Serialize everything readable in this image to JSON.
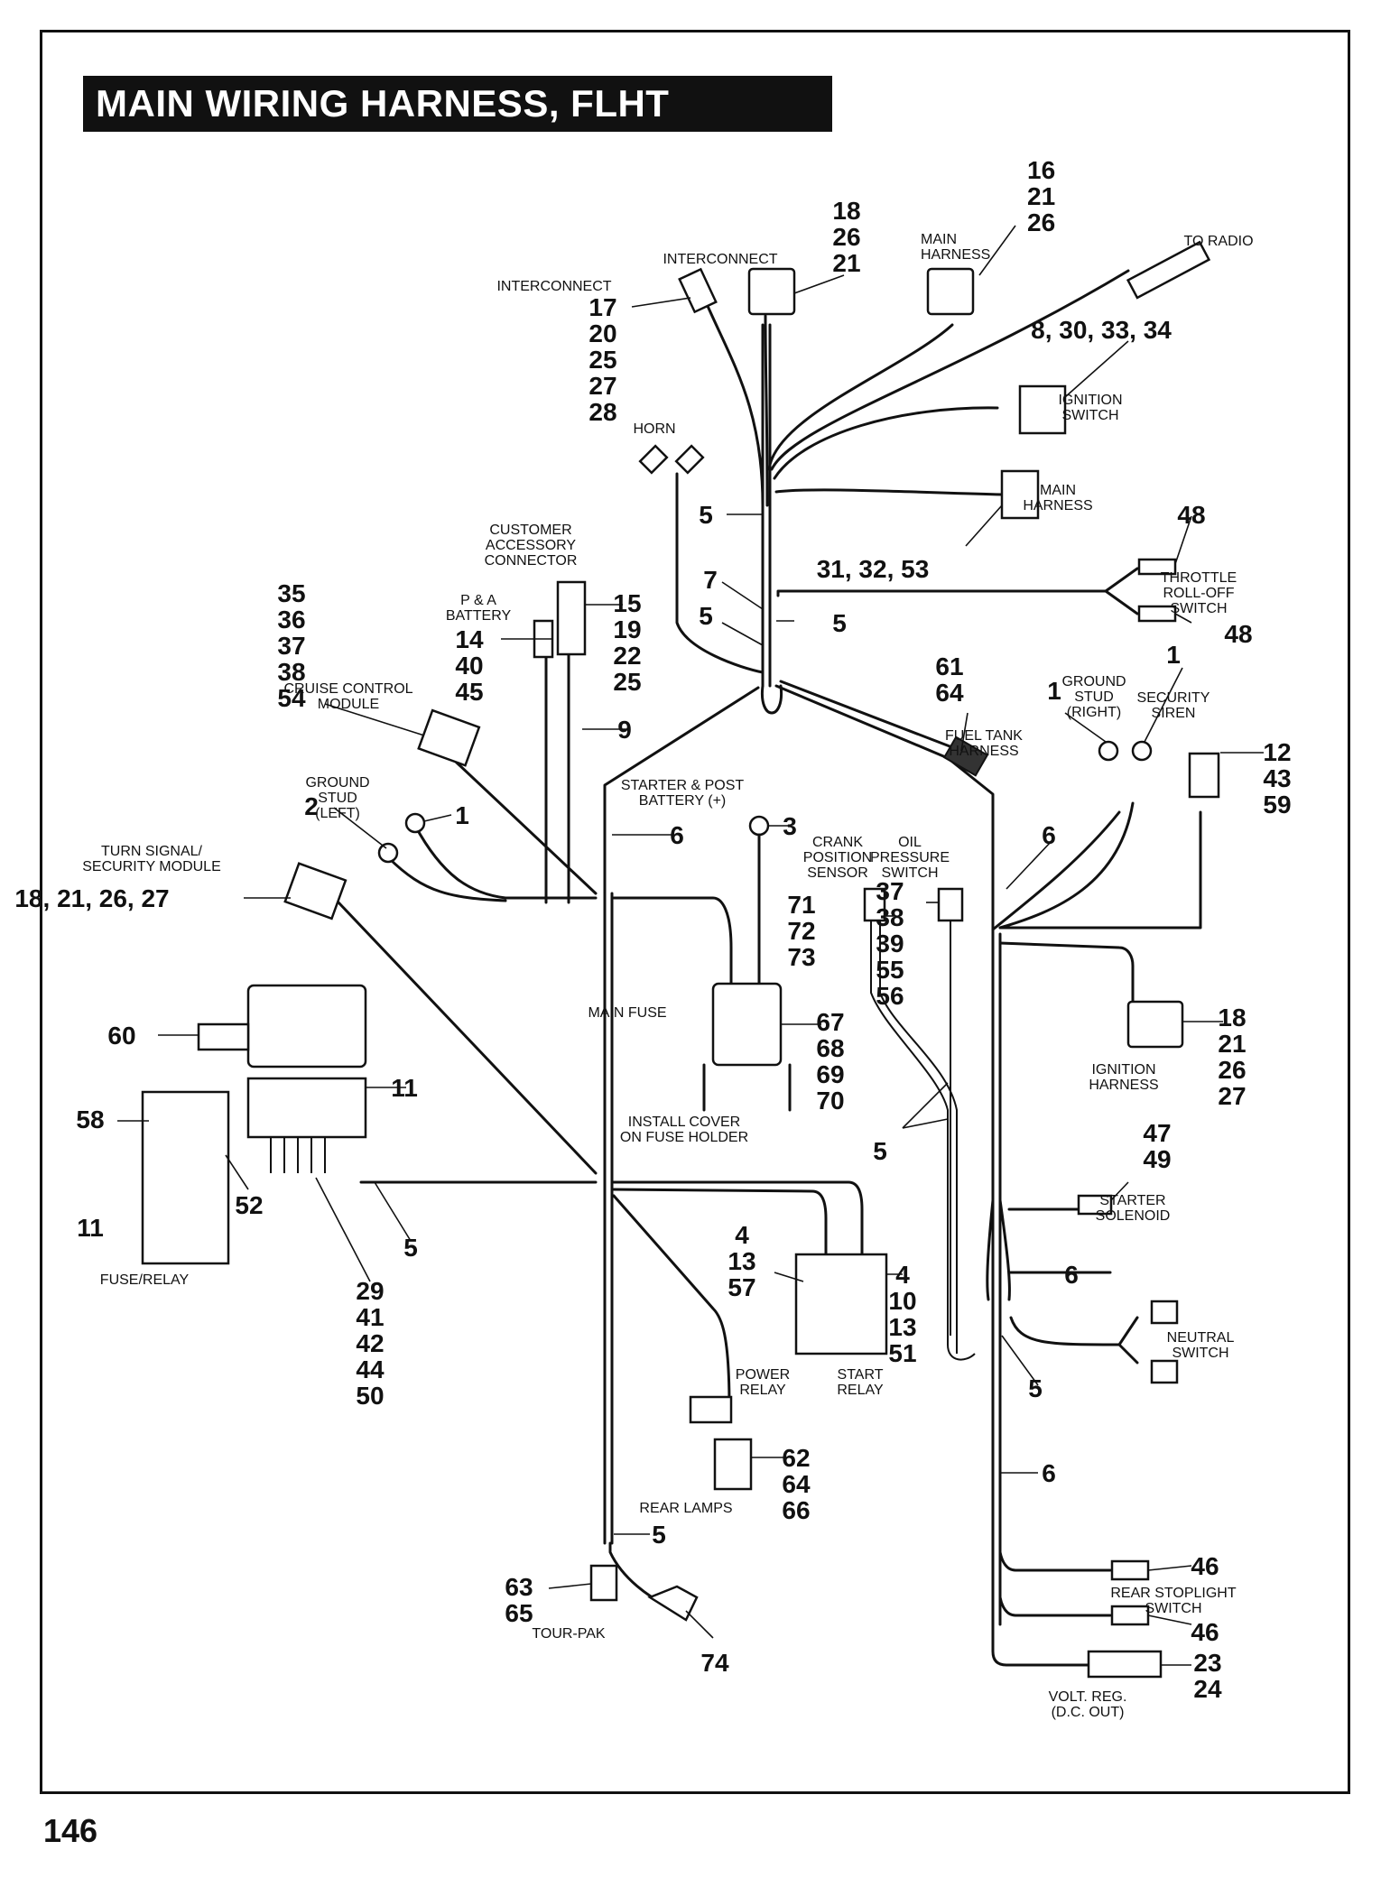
{
  "title": "MAIN WIRING HARNESS, FLHT MODELS",
  "page_number": "146",
  "labels": {
    "to_radio": "TO RADIO",
    "main_harness_top": "MAIN|HARNESS",
    "interconnect_top": "INTERCONNECT",
    "interconnect_left": "INTERCONNECT",
    "ignition_switch": "IGNITION|SWITCH",
    "horn": "HORN",
    "main_harness_right": "MAIN|HARNESS",
    "customer_accessory": "CUSTOMER|ACCESSORY|CONNECTOR",
    "p_a_battery": "P & A|BATTERY",
    "throttle": "THROTTLE|ROLL-OFF|SWITCH",
    "cruise_control": "CRUISE CONTROL|MODULE",
    "ground_stud_right": "GROUND|STUD|(RIGHT)",
    "security_siren": "SECURITY|SIREN",
    "fuel_tank_harness": "FUEL TANK|HARNESS",
    "ground_stud_left": "GROUND|STUD|(LEFT)",
    "starter_post": "STARTER & POST|BATTERY (+)",
    "crank_sensor": "CRANK|POSITION|SENSOR",
    "oil_pressure": "OIL|PRESSURE|SWITCH",
    "turn_signal": "TURN SIGNAL/|SECURITY MODULE",
    "main_fuse": "MAIN FUSE",
    "install_cover": "INSTALL COVER|ON FUSE HOLDER",
    "ignition_harness": "IGNITION|HARNESS",
    "starter_solenoid": "STARTER|SOLENOID",
    "fuse_relay": "FUSE/RELAY",
    "neutral_switch": "NEUTRAL|SWITCH",
    "power_relay": "POWER|RELAY",
    "start_relay": "START|RELAY",
    "rear_lamps": "REAR LAMPS",
    "rear_stoplight": "REAR STOPLIGHT|SWITCH",
    "tour_pak": "TOUR-PAK",
    "volt_reg": "VOLT. REG.|(D.C. OUT)"
  },
  "callouts": {
    "main_harness_top": "16|21|26",
    "interconnect_top": "18|26|21",
    "interconnect_left": "17|20|25|27|28",
    "ignition_switch": "8, 30, 33, 34",
    "clip_5_upper": "5",
    "main_harness_right": "31, 32, 53",
    "throttle_upper": "48",
    "throttle_lower": "48",
    "clip_7": "7",
    "clip_5_mid": "5",
    "clip_5_mid_right": "5",
    "customer_accessory": "15|19|22|25",
    "p_a_battery": "14|40|45",
    "cruise_control": "35|36|37|38|54",
    "clip_9": "9",
    "fuel_tank": "61|64",
    "ground_right_a": "1",
    "ground_right_b": "1",
    "security_siren": "12|43|59",
    "ground_left_2": "2",
    "ground_left_1": "1",
    "clip_6_upper": "6",
    "starter_post": "3",
    "clip_6_right": "6",
    "turn_signal": "18, 21, 26, 27",
    "crank_sensor": "71|72|73",
    "oil_pressure": "37|38|39|55|56",
    "main_fuse": "67|68|69|70",
    "ignition_harness": "18|21|26|27",
    "module_60": "60",
    "clip_11_top": "11",
    "fuse_58": "58",
    "fuse_52": "52",
    "fuse_11_left": "11",
    "clip_5_left": "5",
    "clip_5_lower_mid": "5",
    "starter_solenoid": "47|49",
    "wiring_29": "29|41|42|44|50",
    "power_relay": "4|13|57",
    "start_relay": "4|10|13|51",
    "clip_6_lower": "6",
    "clip_5_neutral": "5",
    "rear_lamps": "62|64|66",
    "clip_6_bottom": "6",
    "clip_5_bottom": "5",
    "rear_stoplight_a": "46",
    "rear_stoplight_b": "46",
    "tour_pak": "63|65",
    "tour_pak_74": "74",
    "volt_reg": "23|24"
  }
}
